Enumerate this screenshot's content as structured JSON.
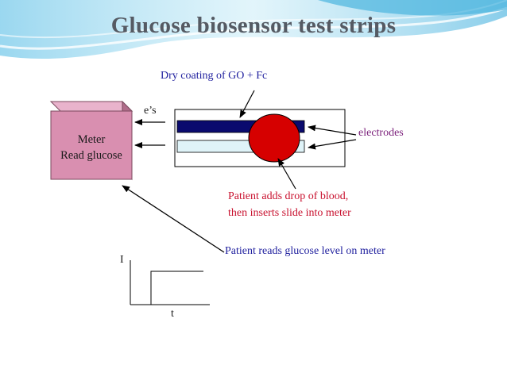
{
  "slide": {
    "title": "Glucose biosensor test strips"
  },
  "meter": {
    "line1": "Meter",
    "line2": "Read glucose",
    "color": "#d98fb0"
  },
  "labels": {
    "coating": "Dry coating of GO + Fc",
    "electrons": "e’s",
    "electrodes": "electrodes",
    "blood_line1": "Patient adds drop of blood,",
    "blood_line2": "then inserts slide into meter",
    "reads": "Patient reads glucose level on meter"
  },
  "graph": {
    "ylabel": "I",
    "xlabel": "t"
  },
  "colors": {
    "title": "#555a63",
    "blue_text": "#1f1f9e",
    "red_text": "#c8102e",
    "purple_text": "#7a1f7a",
    "electrode_top": "#0a0a6e",
    "electrode_bottom": "#dff3f8",
    "blood_drop": "#d60000",
    "swoosh": "#3fb0dc"
  },
  "icons": [
    "meter-3d-box",
    "blood-drop-circle",
    "arrow-left",
    "step-response-graph"
  ]
}
